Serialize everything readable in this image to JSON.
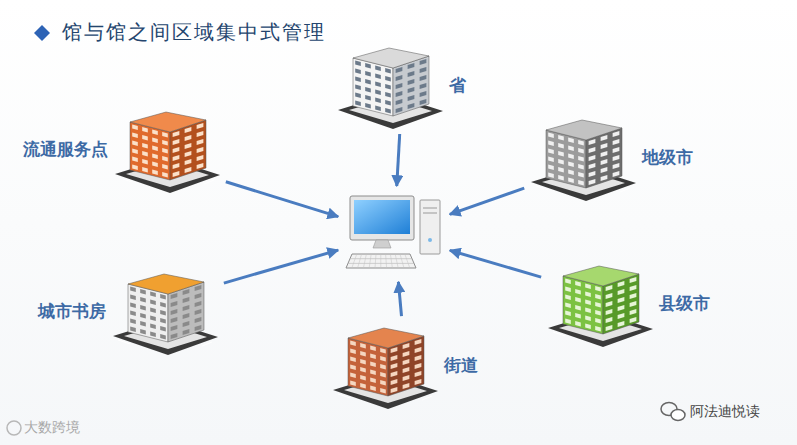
{
  "diagram": {
    "title": "馆与馆之间区域集中式管理",
    "nodes": [
      {
        "text": [
          "省"
        ]
      },
      {
        "text": [
          "流通服务点"
        ]
      },
      {
        "text": [
          "地级市"
        ]
      },
      {
        "text": []
      },
      {
        "text": [
          "城市书房"
        ]
      },
      {
        "text": [
          "县级市"
        ]
      },
      {
        "text": [
          "街道"
        ]
      }
    ],
    "edges": [
      {
        "from": 0,
        "to": 3,
        "arrow": "to"
      },
      {
        "from": 1,
        "to": 3,
        "arrow": "to"
      },
      {
        "from": 2,
        "to": 3,
        "arrow": "to"
      },
      {
        "from": 4,
        "to": 3,
        "arrow": "to"
      },
      {
        "from": 5,
        "to": 3,
        "arrow": "to"
      },
      {
        "from": 6,
        "to": 3,
        "arrow": "to"
      }
    ],
    "labels": [
      "大数跨境",
      "阿法迪悦读"
    ]
  }
}
